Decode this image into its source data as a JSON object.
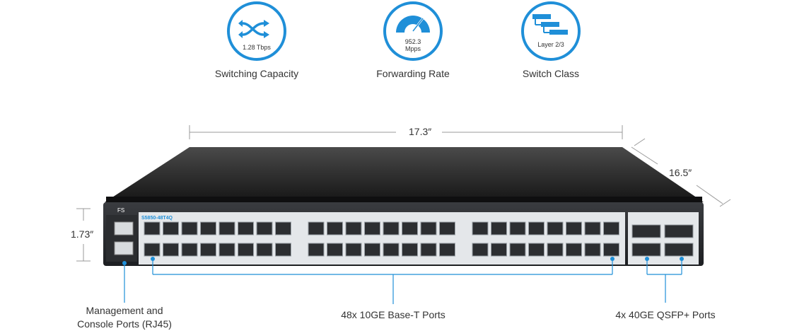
{
  "features": [
    {
      "icon": "shuffle-arrows-icon",
      "value": "1.28 Tbps",
      "caption": "Switching Capacity"
    },
    {
      "icon": "speedometer-icon",
      "value_line1": "952.3",
      "value_line2": "Mpps",
      "caption": "Forwarding Rate"
    },
    {
      "icon": "stacked-servers-icon",
      "value": "Layer 2/3",
      "caption": "Switch Class"
    }
  ],
  "dimensions": {
    "width": "17.3″",
    "depth": "16.5″",
    "height": "1.73″"
  },
  "device": {
    "brand": "FS",
    "model": "S5850-48T4Q"
  },
  "callouts": {
    "management_line1": "Management and",
    "management_line2": "Console Ports (RJ45)",
    "base_t": "48x 10GE Base-T Ports",
    "qsfp": "4x 40GE QSFP+ Ports"
  },
  "colors": {
    "accent": "#1f8fd8",
    "chassis_top": "#2a2a2a",
    "front_panel": "#2b2d30",
    "port_face": "#e4e7ea"
  }
}
